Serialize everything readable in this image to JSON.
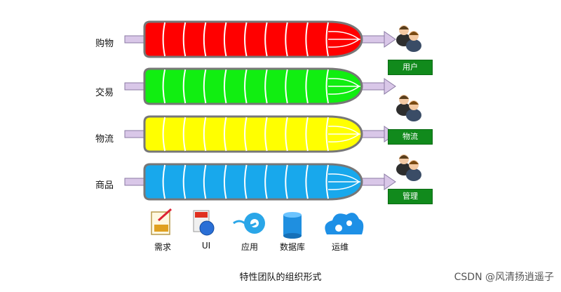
{
  "rows": [
    {
      "label": "购物",
      "color": "#ff0000"
    },
    {
      "label": "交易",
      "color": "#11ee11"
    },
    {
      "label": "物流",
      "color": "#ffff00"
    },
    {
      "label": "商品",
      "color": "#18a8ec"
    }
  ],
  "roles": [
    {
      "label": "用户",
      "icon": "users-icon"
    },
    {
      "label": "物流",
      "icon": "users-icon"
    },
    {
      "label": "管理",
      "icon": "users-icon"
    }
  ],
  "tools": [
    {
      "label": "需求",
      "icon": "txt-document-icon"
    },
    {
      "label": "UI",
      "icon": "asp-globe-icon"
    },
    {
      "label": "应用",
      "icon": "gear-wave-icon"
    },
    {
      "label": "数据库",
      "icon": "database-cylinder-icon"
    },
    {
      "label": "运维",
      "icon": "cloud-gears-icon"
    }
  ],
  "caption": "特性团队的组织形式",
  "watermark": "CSDN @风清扬逍遥子"
}
